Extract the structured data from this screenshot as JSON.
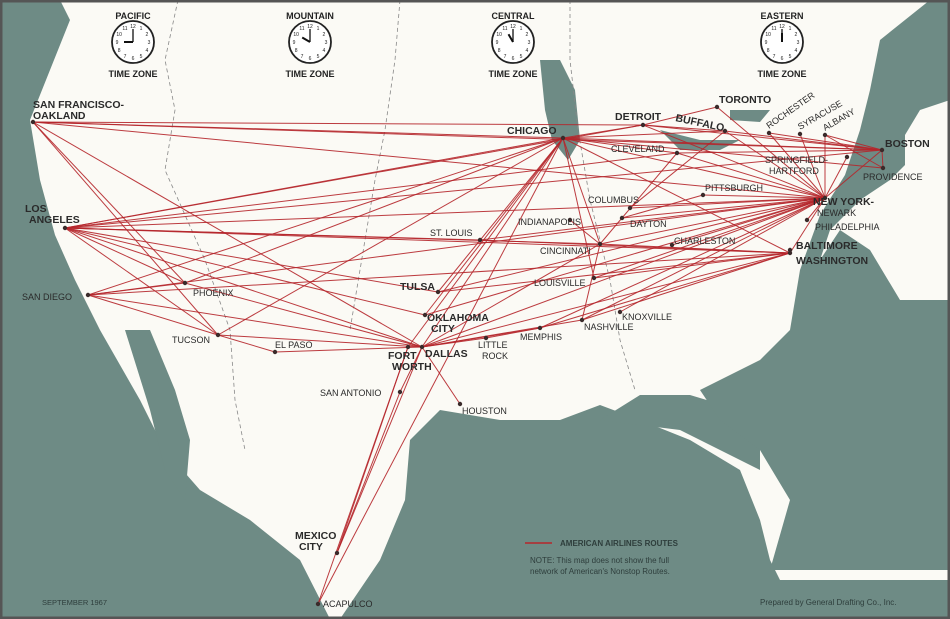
{
  "title": "American Airlines Routes Map",
  "time_zones": [
    {
      "name": "PACIFIC",
      "label": "TIME ZONE",
      "hour": 9
    },
    {
      "name": "MOUNTAIN",
      "label": "TIME ZONE",
      "hour": 10
    },
    {
      "name": "CENTRAL",
      "label": "TIME ZONE",
      "hour": 11
    },
    {
      "name": "EASTERN",
      "label": "TIME ZONE",
      "hour": 12
    }
  ],
  "cities": [
    {
      "id": "sf",
      "name": "SAN FRANCISCO-",
      "name2": "OAKLAND",
      "major": true
    },
    {
      "id": "la",
      "name": "LOS",
      "name2": "ANGELES",
      "major": true
    },
    {
      "id": "sd",
      "name": "SAN DIEGO"
    },
    {
      "id": "phx",
      "name": "PHOENIX"
    },
    {
      "id": "tus",
      "name": "TUCSON"
    },
    {
      "id": "elp",
      "name": "EL PASO"
    },
    {
      "id": "sat",
      "name": "SAN ANTONIO"
    },
    {
      "id": "ftw",
      "name": "FORT",
      "name2": "WORTH",
      "major": true
    },
    {
      "id": "dal",
      "name": "DALLAS",
      "major": true
    },
    {
      "id": "okc",
      "name": "OKLAHOMA",
      "name2": "CITY",
      "major": true
    },
    {
      "id": "tul",
      "name": "TULSA",
      "major": true
    },
    {
      "id": "hou",
      "name": "HOUSTON"
    },
    {
      "id": "lr",
      "name": "LITTLE",
      "name2": "ROCK"
    },
    {
      "id": "mem",
      "name": "MEMPHIS"
    },
    {
      "id": "nash",
      "name": "NASHVILLE"
    },
    {
      "id": "knox",
      "name": "KNOXVILLE"
    },
    {
      "id": "lou",
      "name": "LOUISVILLE"
    },
    {
      "id": "cin",
      "name": "CINCINNATI"
    },
    {
      "id": "ind",
      "name": "INDIANAPOLIS"
    },
    {
      "id": "stl",
      "name": "ST. LOUIS"
    },
    {
      "id": "chi",
      "name": "CHICAGO",
      "major": true
    },
    {
      "id": "det",
      "name": "DETROIT",
      "major": true
    },
    {
      "id": "cle",
      "name": "CLEVELAND"
    },
    {
      "id": "col",
      "name": "COLUMBUS"
    },
    {
      "id": "day",
      "name": "DAYTON"
    },
    {
      "id": "pit",
      "name": "PITTSBURGH"
    },
    {
      "id": "cha",
      "name": "CHARLESTON"
    },
    {
      "id": "buf",
      "name": "BUFFALO",
      "major": true
    },
    {
      "id": "tor",
      "name": "TORONTO",
      "major": true
    },
    {
      "id": "roc",
      "name": "ROCHESTER"
    },
    {
      "id": "syr",
      "name": "SYRACUSE"
    },
    {
      "id": "alb",
      "name": "ALBANY"
    },
    {
      "id": "sph",
      "name": "SPRINGFIELD-",
      "name2": "HARTFORD"
    },
    {
      "id": "bos",
      "name": "BOSTON",
      "major": true
    },
    {
      "id": "pvd",
      "name": "PROVIDENCE"
    },
    {
      "id": "nyc",
      "name": "NEW YORK-",
      "name2": "NEWARK",
      "major": true
    },
    {
      "id": "phl",
      "name": "PHILADELPHIA"
    },
    {
      "id": "bal",
      "name": "BALTIMORE",
      "major": true
    },
    {
      "id": "was",
      "name": "WASHINGTON",
      "major": true
    },
    {
      "id": "mex",
      "name": "MEXICO",
      "name2": "CITY",
      "major": true
    },
    {
      "id": "aca",
      "name": "ACAPULCO"
    }
  ],
  "routes": [
    [
      "sf",
      "chi"
    ],
    [
      "sf",
      "det"
    ],
    [
      "sf",
      "bos"
    ],
    [
      "sf",
      "nyc"
    ],
    [
      "sf",
      "dal"
    ],
    [
      "sf",
      "tus"
    ],
    [
      "sf",
      "phx"
    ],
    [
      "la",
      "chi"
    ],
    [
      "la",
      "det"
    ],
    [
      "la",
      "cle"
    ],
    [
      "la",
      "nyc"
    ],
    [
      "la",
      "bos"
    ],
    [
      "la",
      "was"
    ],
    [
      "la",
      "dal"
    ],
    [
      "la",
      "stl"
    ],
    [
      "la",
      "tul"
    ],
    [
      "la",
      "phx"
    ],
    [
      "la",
      "tus"
    ],
    [
      "la",
      "okc"
    ],
    [
      "la",
      "cin"
    ],
    [
      "sd",
      "chi"
    ],
    [
      "sd",
      "dal"
    ],
    [
      "sd",
      "nyc"
    ],
    [
      "sd",
      "phx"
    ],
    [
      "sd",
      "tus"
    ],
    [
      "sd",
      "was"
    ],
    [
      "phx",
      "chi"
    ],
    [
      "phx",
      "dal"
    ],
    [
      "tus",
      "dal"
    ],
    [
      "tus",
      "chi"
    ],
    [
      "tus",
      "elp"
    ],
    [
      "elp",
      "dal"
    ],
    [
      "dal",
      "chi"
    ],
    [
      "dal",
      "nyc"
    ],
    [
      "dal",
      "was"
    ],
    [
      "dal",
      "nash"
    ],
    [
      "dal",
      "mem"
    ],
    [
      "dal",
      "cin"
    ],
    [
      "dal",
      "sat"
    ],
    [
      "dal",
      "hou"
    ],
    [
      "dal",
      "mex"
    ],
    [
      "ftw",
      "chi"
    ],
    [
      "ftw",
      "mex"
    ],
    [
      "ftw",
      "aca"
    ],
    [
      "sat",
      "mex"
    ],
    [
      "okc",
      "chi"
    ],
    [
      "tul",
      "chi"
    ],
    [
      "tul",
      "nyc"
    ],
    [
      "tul",
      "was"
    ],
    [
      "okc",
      "nyc"
    ],
    [
      "chi",
      "nyc"
    ],
    [
      "chi",
      "bos"
    ],
    [
      "chi",
      "det"
    ],
    [
      "chi",
      "cle"
    ],
    [
      "chi",
      "was"
    ],
    [
      "chi",
      "cin"
    ],
    [
      "chi",
      "buf"
    ],
    [
      "chi",
      "lou"
    ],
    [
      "chi",
      "pvd"
    ],
    [
      "chi",
      "aca"
    ],
    [
      "det",
      "nyc"
    ],
    [
      "det",
      "buf"
    ],
    [
      "det",
      "tor"
    ],
    [
      "det",
      "bos"
    ],
    [
      "cle",
      "nyc"
    ],
    [
      "cle",
      "bos"
    ],
    [
      "cle",
      "cin"
    ],
    [
      "buf",
      "nyc"
    ],
    [
      "buf",
      "bos"
    ],
    [
      "buf",
      "col"
    ],
    [
      "tor",
      "nyc"
    ],
    [
      "roc",
      "nyc"
    ],
    [
      "syr",
      "nyc"
    ],
    [
      "alb",
      "nyc"
    ],
    [
      "sph",
      "nyc"
    ],
    [
      "bos",
      "nyc"
    ],
    [
      "bos",
      "pvd"
    ],
    [
      "alb",
      "bos"
    ],
    [
      "roc",
      "bos"
    ],
    [
      "alb",
      "pvd"
    ],
    [
      "nyc",
      "pit"
    ],
    [
      "nyc",
      "col"
    ],
    [
      "nyc",
      "day"
    ],
    [
      "nyc",
      "cin"
    ],
    [
      "nyc",
      "cha"
    ],
    [
      "nyc",
      "lou"
    ],
    [
      "nyc",
      "nash"
    ],
    [
      "nyc",
      "mem"
    ],
    [
      "nyc",
      "phl"
    ],
    [
      "nyc",
      "was"
    ],
    [
      "nyc",
      "knox"
    ],
    [
      "was",
      "cin"
    ],
    [
      "was",
      "lou"
    ],
    [
      "was",
      "nash"
    ],
    [
      "was",
      "mem"
    ],
    [
      "pit",
      "day"
    ],
    [
      "cin",
      "nash"
    ],
    [
      "ind",
      "cin"
    ],
    [
      "stl",
      "nyc"
    ],
    [
      "stl",
      "was"
    ],
    [
      "mem",
      "lr"
    ],
    [
      "lr",
      "dal"
    ]
  ],
  "legend": {
    "label": "AMERICAN AIRLINES ROUTES",
    "note_line1": "NOTE: This map does not show the full",
    "note_line2": "network of American's Nonstop Routes."
  },
  "date": "SEPTEMBER 1967",
  "credit": "Prepared by General Drafting Co., Inc.",
  "colors": {
    "route": "#b5262b",
    "water": "#6e8b85",
    "land": "#fbfaf5",
    "dot": "#3a2a2a"
  }
}
